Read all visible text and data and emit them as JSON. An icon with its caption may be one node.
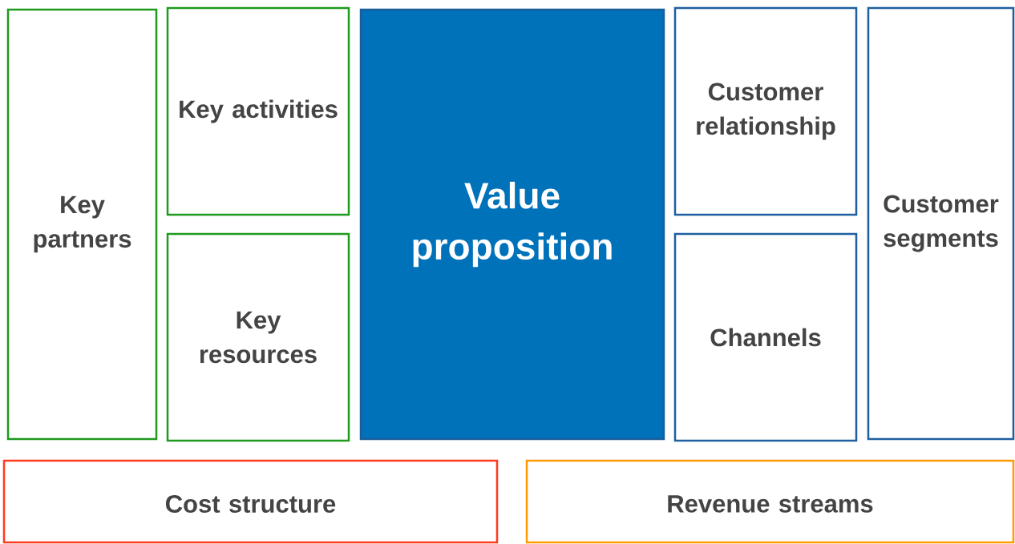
{
  "diagram": {
    "nodes": [
      {
        "text": [
          "Key partners"
        ]
      },
      {
        "text": [
          "Key activities"
        ]
      },
      {
        "text": [
          "Key resources"
        ]
      },
      {
        "text": [
          "Value proposition"
        ]
      },
      {
        "text": [
          "Customer relationship"
        ]
      },
      {
        "text": [
          "Channels"
        ]
      },
      {
        "text": [
          "Customer segments"
        ]
      },
      {
        "text": [
          "Cost structure"
        ]
      },
      {
        "text": [
          "Revenue streams"
        ]
      }
    ]
  }
}
